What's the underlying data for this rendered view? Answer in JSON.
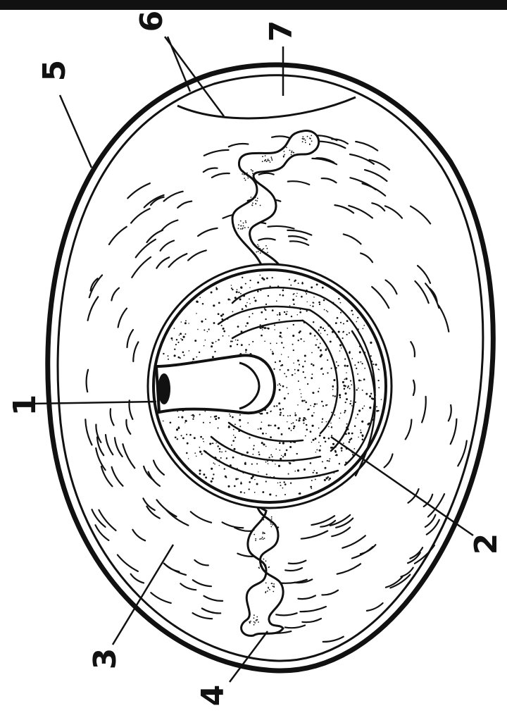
{
  "labels": {
    "n1": "1",
    "n2": "2",
    "n3": "3",
    "n4": "4",
    "n5": "5",
    "n6": "6",
    "n7": "7"
  },
  "colors": {
    "ink": "#111111",
    "paper": "#ffffff"
  }
}
